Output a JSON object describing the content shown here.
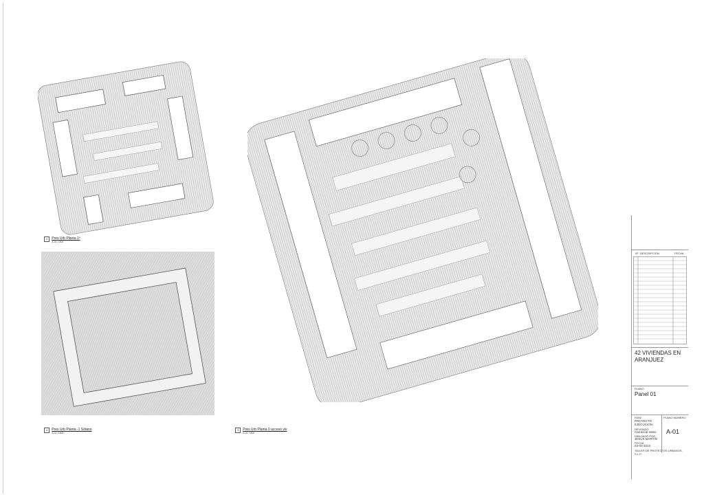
{
  "drawings": [
    {
      "number": "2",
      "sheet": "A-01",
      "title": "Pres Urb Planta 1ª",
      "scale": "1:800"
    },
    {
      "number": "4",
      "sheet": "A-01",
      "title": "Pres Urb Planta -1 Sótano",
      "scale": "1:800"
    },
    {
      "number": "3",
      "sheet": "A-01",
      "title": "Pres Urb Planta 0 acceso viv",
      "scale": "1:800"
    }
  ],
  "title_block": {
    "revisions_header": {
      "no": "Nº",
      "description": "DESCRIPCIÓN",
      "date": "FECHA"
    },
    "project_name": "42 VIVIENDAS EN ARANJUEZ",
    "sheet_name_label": "PLANO",
    "sheet_name": "Panel 01",
    "phase_label": "FASE",
    "phase": "PROYECTO EJECUCIÓN",
    "checked_label": "REVISADO",
    "checked_by": "Carrascal Isabo",
    "drawn_label": "DIBUJADO POR",
    "drawn_by": "JESÚS MARTÍN",
    "date_label": "FECHA",
    "date": "03-03-2013",
    "sheet_number_label": "PLANO NÚMERO",
    "sheet_number": "A-01",
    "company": "TALLER DE PROYECTOS URBANOS, S.L.P."
  }
}
